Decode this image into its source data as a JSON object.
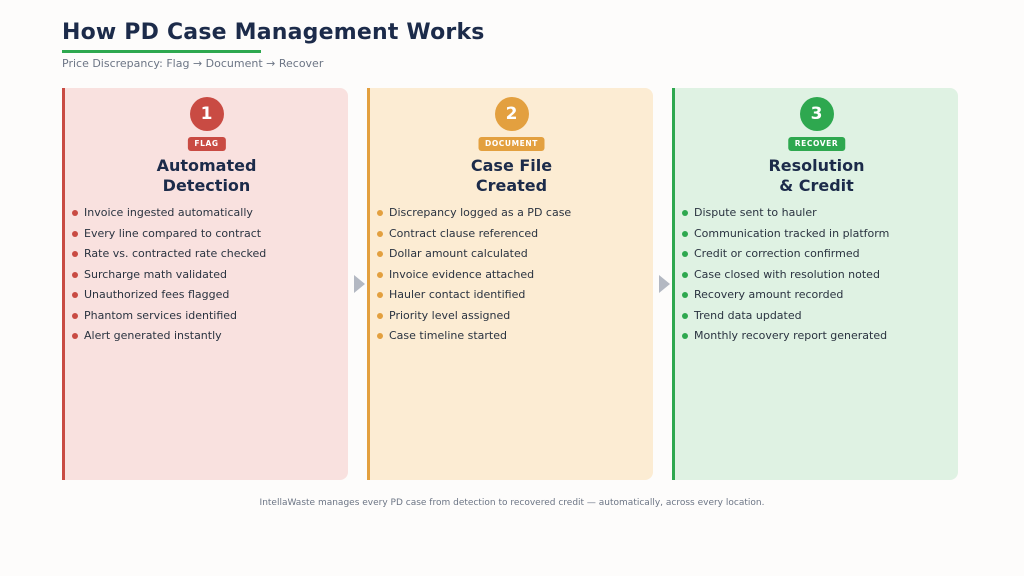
{
  "header": {
    "title": "How PD Case Management Works",
    "subtitle": "Price Discrepancy: Flag → Document → Recover"
  },
  "colors": {
    "flag": "#c94b43",
    "document": "#e3a03f",
    "recover": "#2ea84f",
    "title": "#1c2b4a"
  },
  "steps": [
    {
      "number": "1",
      "badge": "FLAG",
      "title_line1": "Automated",
      "title_line2": "Detection",
      "items": [
        "Invoice ingested automatically",
        "Every line compared to contract",
        "Rate vs. contracted rate checked",
        "Surcharge math validated",
        "Unauthorized fees flagged",
        "Phantom services identified",
        "Alert generated instantly"
      ]
    },
    {
      "number": "2",
      "badge": "DOCUMENT",
      "title_line1": "Case File",
      "title_line2": "Created",
      "items": [
        "Discrepancy logged as a PD case",
        "Contract clause referenced",
        "Dollar amount calculated",
        "Invoice evidence attached",
        "Hauler contact identified",
        "Priority level assigned",
        "Case timeline started"
      ]
    },
    {
      "number": "3",
      "badge": "RECOVER",
      "title_line1": "Resolution",
      "title_line2": "& Credit",
      "items": [
        "Dispute sent to hauler",
        "Communication tracked in platform",
        "Credit or correction confirmed",
        "Case closed with resolution noted",
        "Recovery amount recorded",
        "Trend data updated",
        "Monthly recovery report generated"
      ]
    }
  ],
  "footer": {
    "text": "IntellaWaste manages every PD case from detection to recovered credit — automatically, across every location."
  }
}
